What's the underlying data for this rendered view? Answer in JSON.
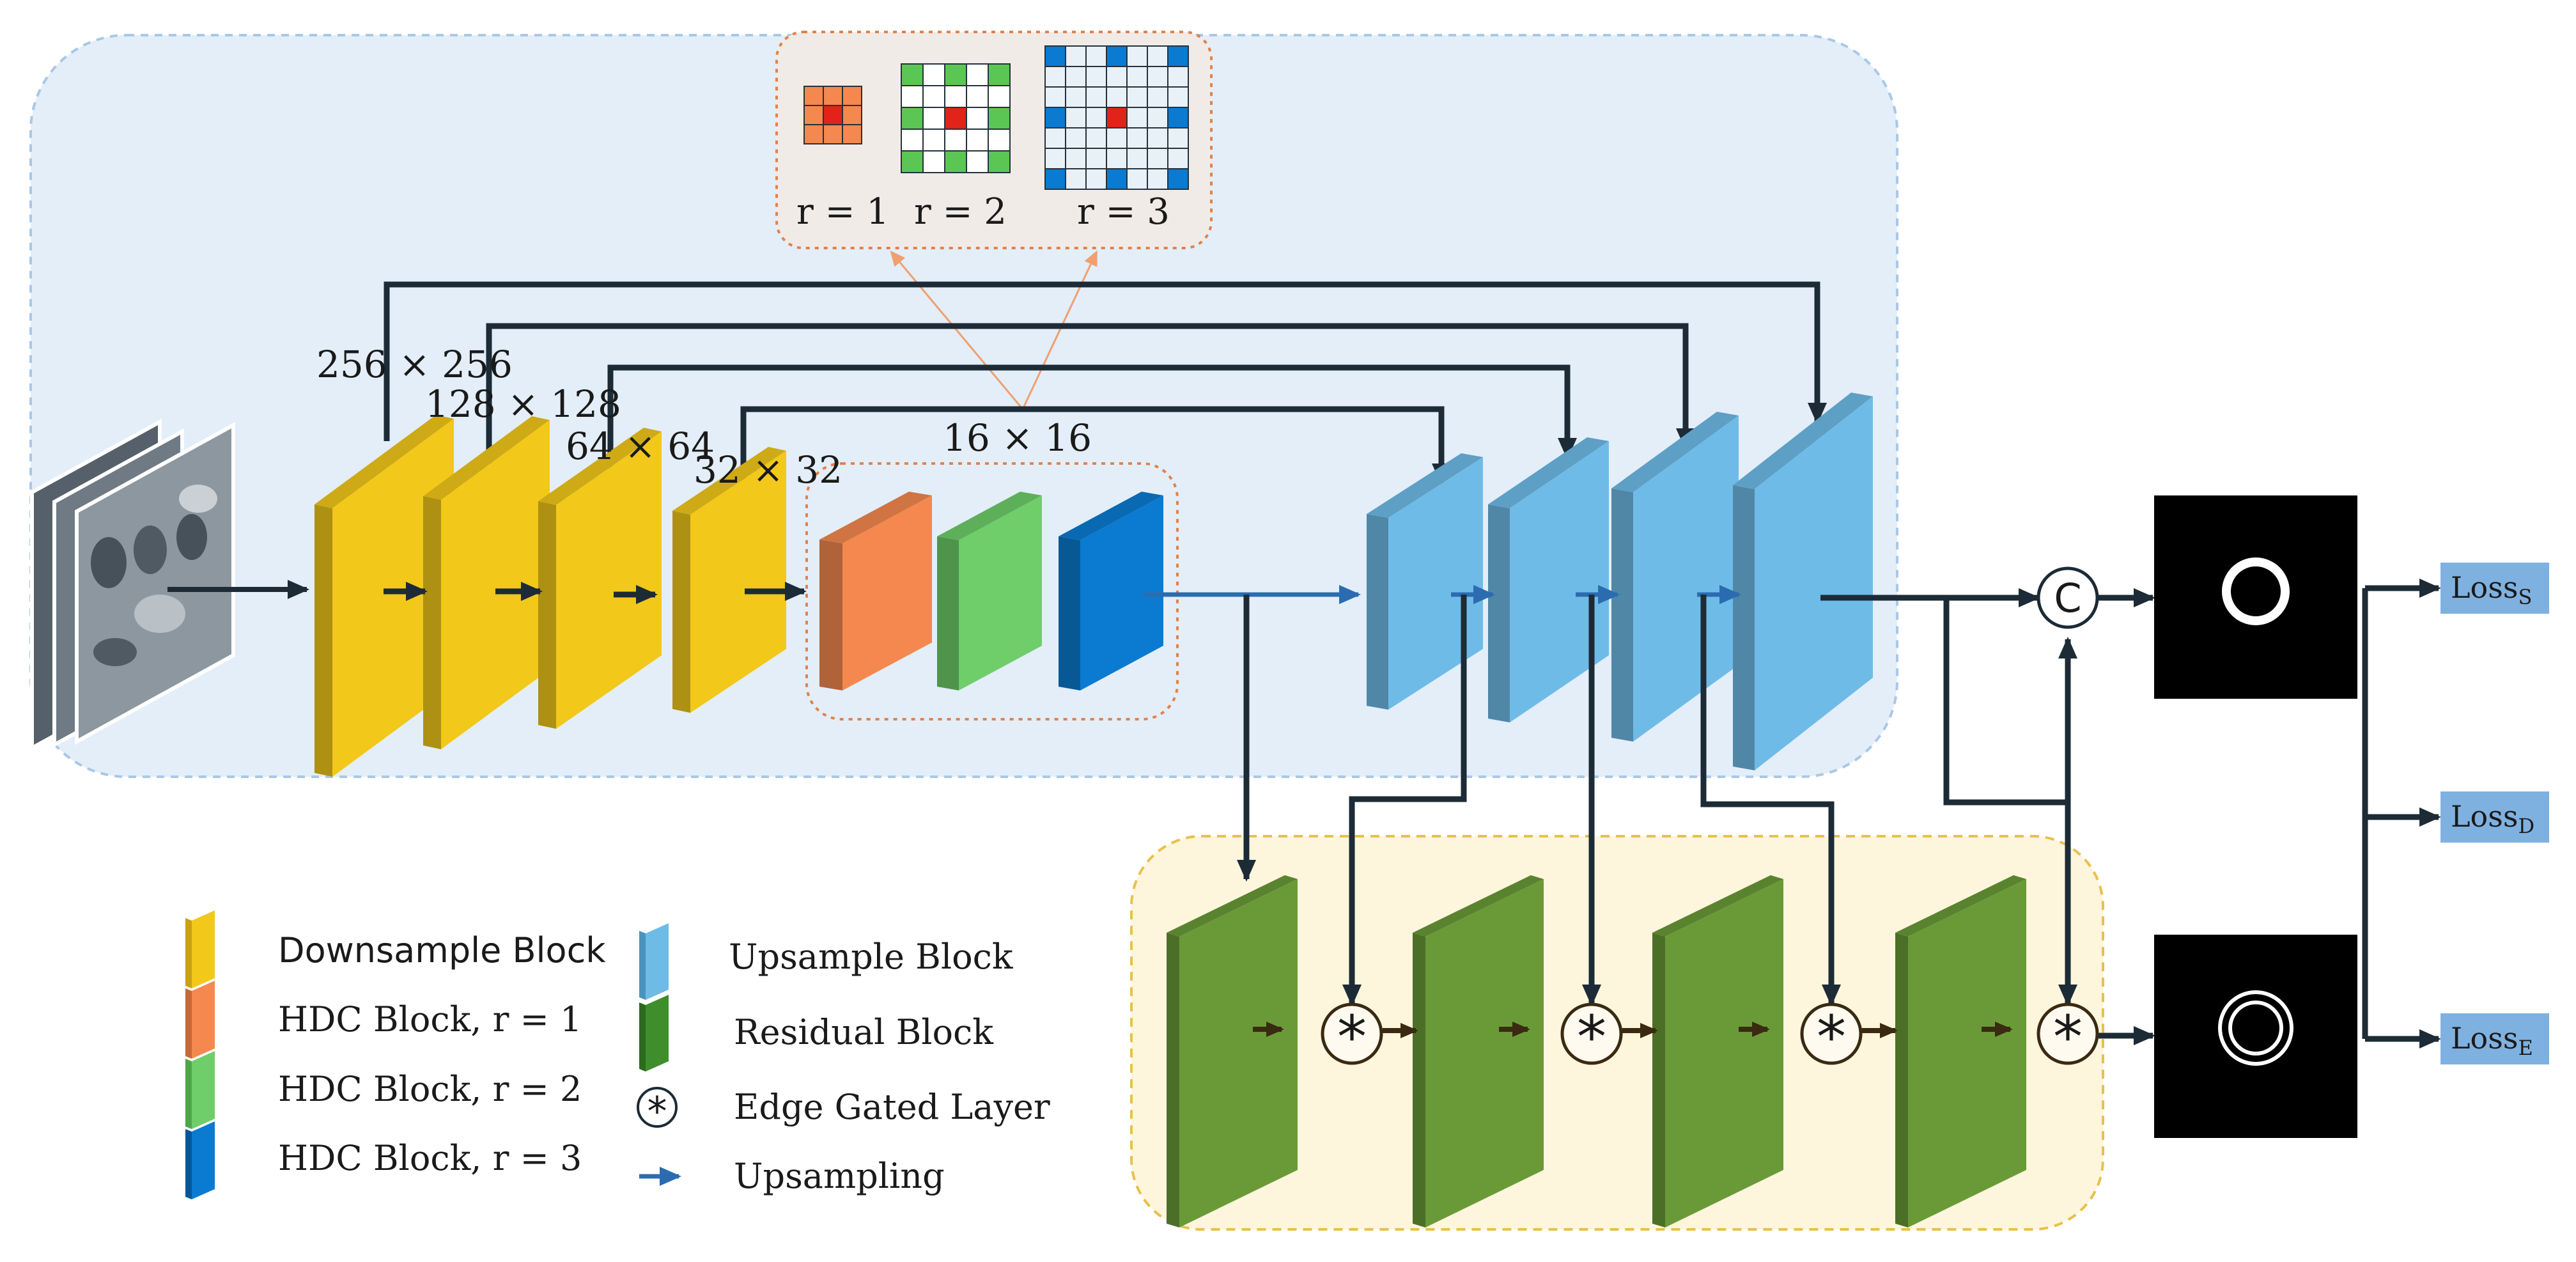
{
  "colors": {
    "encoder_bg": "#e3eef9",
    "encoder_border": "#a9c8e6",
    "decoder_bg": "#fdf5dc",
    "decoder_border": "#e8c14a",
    "downsample": "#f2c81a",
    "hdc_r1": "#f4884e",
    "hdc_r2": "#6fce6a",
    "hdc_r3": "#0a7bd1",
    "upsample": "#6fbbe8",
    "residual": "#6a9a38",
    "dilation_panel": "#f1ebe8",
    "skip_line": "#1c2b36",
    "upsampling_arrow": "#2b6cb0"
  },
  "encoder": {
    "resolutions": [
      "256 × 256",
      "128 × 128",
      "64 × 64",
      "32 × 32"
    ],
    "bottleneck_resolution": "16 × 16"
  },
  "dilation": {
    "rates": [
      "r = 1",
      "r = 2",
      "r = 3"
    ]
  },
  "operators": {
    "concat": "C",
    "edge_gate": "*"
  },
  "outputs": {
    "segmentation_icon": "ring-mask-icon",
    "edge_icon": "double-ring-mask-icon"
  },
  "losses": [
    {
      "base": "Loss",
      "sub": "S"
    },
    {
      "base": "Loss",
      "sub": "D"
    },
    {
      "base": "Loss",
      "sub": "E"
    }
  ],
  "legend": [
    {
      "label": "Downsample Block",
      "icon": "downsample-block-icon"
    },
    {
      "label": "HDC Block, r = 1",
      "icon": "hdc-r1-block-icon"
    },
    {
      "label": "HDC Block, r = 2",
      "icon": "hdc-r2-block-icon"
    },
    {
      "label": "HDC Block, r = 3",
      "icon": "hdc-r3-block-icon"
    },
    {
      "label": "Upsample Block",
      "icon": "upsample-block-icon"
    },
    {
      "label": "Residual Block",
      "icon": "residual-block-icon"
    },
    {
      "label": "Edge Gated Layer",
      "icon": "edge-gated-layer-icon"
    },
    {
      "label": "Upsampling",
      "icon": "upsampling-arrow-icon"
    }
  ]
}
